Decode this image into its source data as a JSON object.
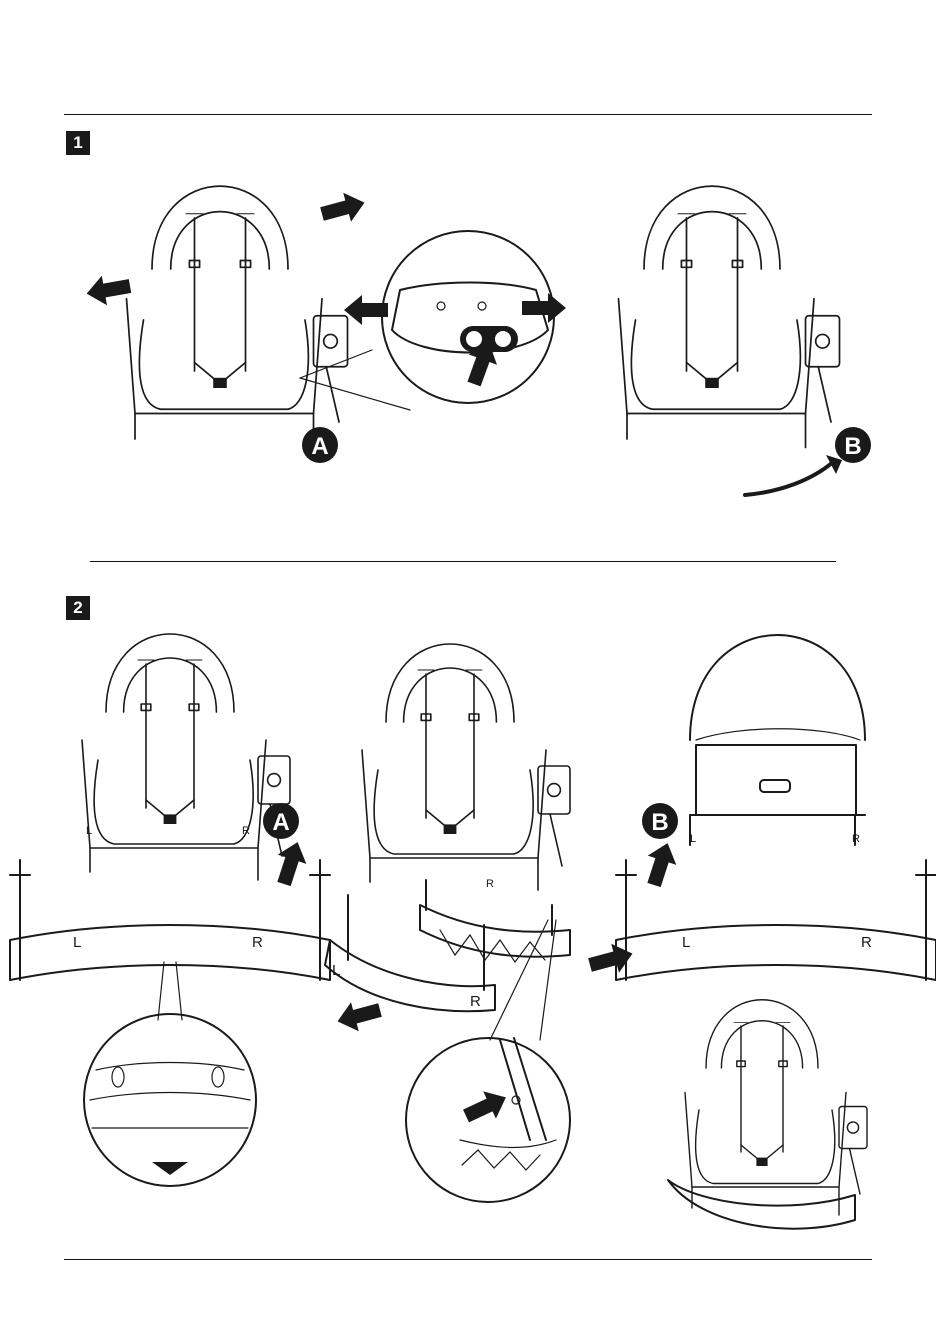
{
  "steps": [
    {
      "number": "1",
      "callouts": [
        "A",
        "B"
      ]
    },
    {
      "number": "2",
      "callouts": [
        "A",
        "B"
      ]
    }
  ],
  "side_labels": {
    "left": "L",
    "right": "R"
  },
  "icons": [
    "arrow-icon",
    "foot-symbol-icon",
    "triangle-down-icon",
    "push-button-icon"
  ]
}
